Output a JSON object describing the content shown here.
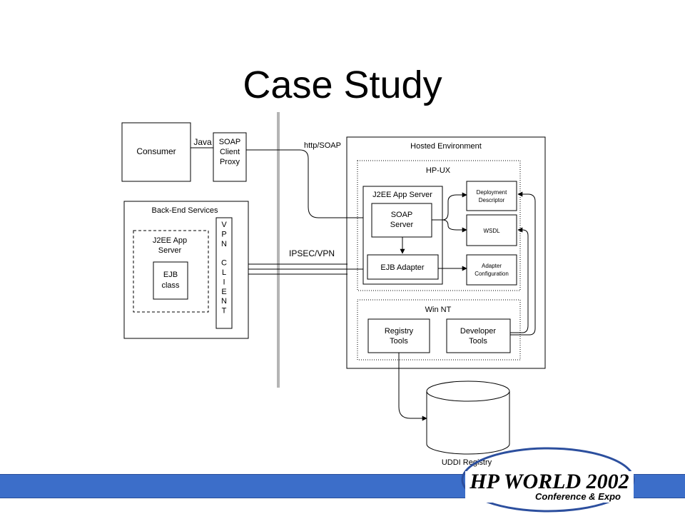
{
  "slide": {
    "title": "Case Study"
  },
  "diagram": {
    "consumer": "Consumer",
    "java": "Java",
    "soap_proxy": [
      "SOAP",
      "Client",
      "Proxy"
    ],
    "http_soap": "http/SOAP",
    "backend_services": "Back-End Services",
    "j2ee_backend": [
      "J2EE App",
      "Server"
    ],
    "ejb_class": [
      "EJB",
      "class"
    ],
    "vpn_client_letters": [
      "V",
      "P",
      "N",
      "",
      "C",
      "L",
      "I",
      "E",
      "N",
      "T"
    ],
    "ipsec_vpn": "IPSEC/VPN",
    "hosted_env": "Hosted Environment",
    "hpux": "HP-UX",
    "j2ee_server": "J2EE App Server",
    "soap_server": [
      "SOAP",
      "Server"
    ],
    "ejb_adapter": "EJB Adapter",
    "deployment_descriptor": [
      "Deployment",
      "Descriptor"
    ],
    "wsdl": "WSDL",
    "adapter_config": [
      "Adapter",
      "Configuration"
    ],
    "win_nt": "Win NT",
    "registry_tools": [
      "Registry",
      "Tools"
    ],
    "developer_tools": [
      "Developer",
      "Tools"
    ],
    "uddi_registry": "UDDI Registry"
  },
  "logo": {
    "name": "HP WORLD 2002",
    "tagline": "Conference & Expo"
  },
  "colors": {
    "footer_bar": "#3c6ec9",
    "logo_blue": "#2c4f9e",
    "divider": "#b5b5b5"
  }
}
